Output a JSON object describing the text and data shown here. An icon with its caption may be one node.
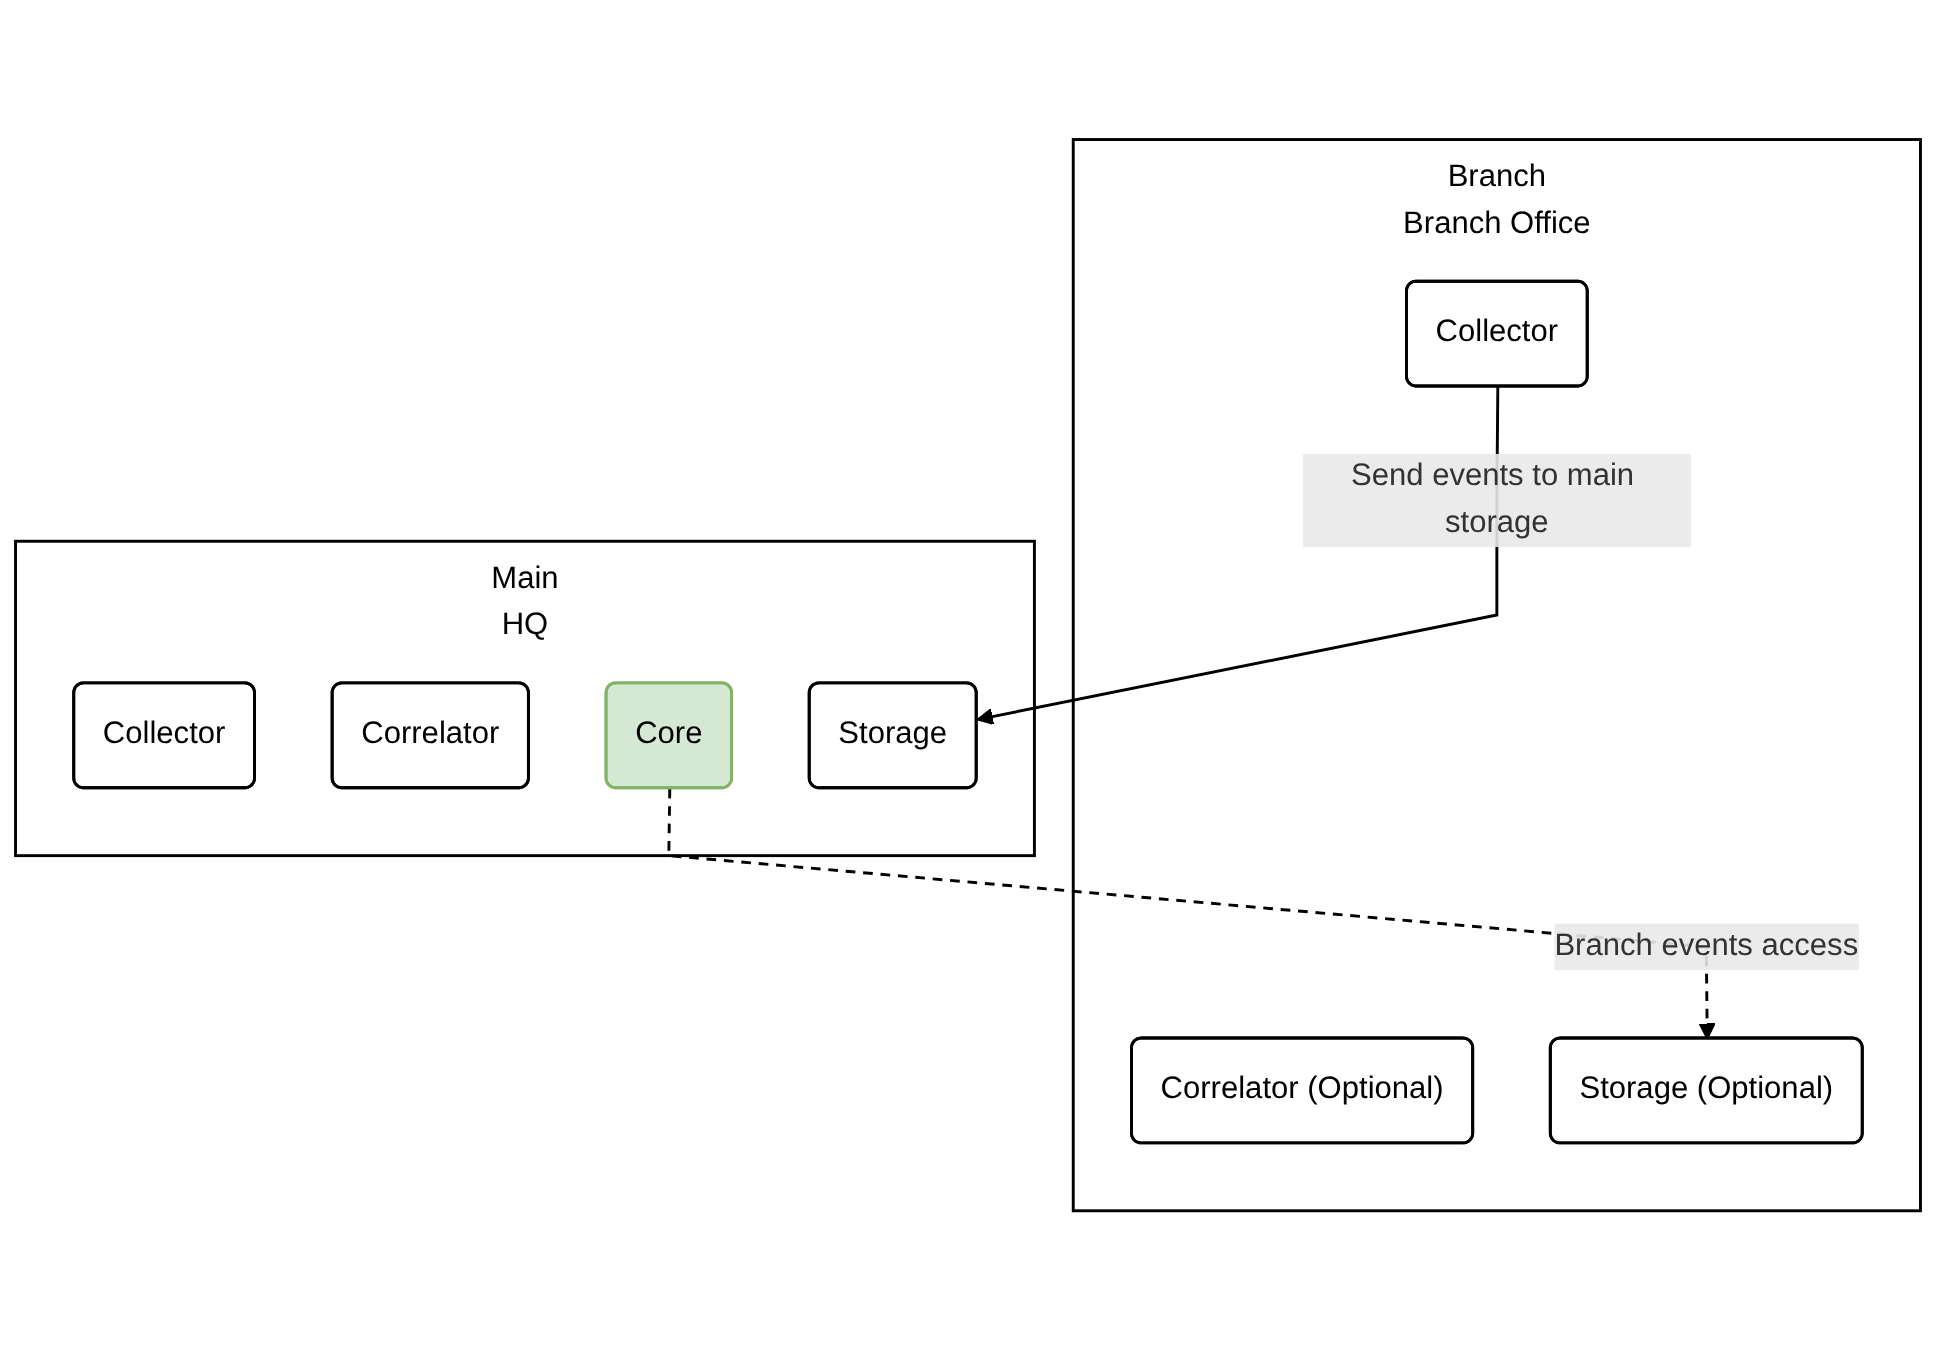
{
  "diagram": {
    "nodes": [
      {
        "text": [
          "Branch Office"
        ],
        "beside": [
          "Branch"
        ]
      },
      {
        "text": [
          "Collector"
        ],
        "in": 0
      },
      {
        "text": [
          "Correlator (Optional)"
        ],
        "in": 0
      },
      {
        "text": [
          "Storage (Optional)"
        ],
        "in": 0
      },
      {
        "text": [
          "HQ"
        ],
        "beside": [
          "Main"
        ]
      },
      {
        "text": [
          "Collector"
        ],
        "in": 4
      },
      {
        "text": [
          "Correlator"
        ],
        "in": 4
      },
      {
        "text": [
          "Core"
        ],
        "in": 4
      },
      {
        "text": [
          "Storage"
        ],
        "in": 4
      }
    ],
    "edges": [
      {
        "from": 1,
        "to": 8,
        "arrow": "to",
        "label": "Send events to main storage"
      },
      {
        "from": 7,
        "to": 3,
        "arrow": "to",
        "label": "Branch events access",
        "style": "dashed"
      }
    ]
  }
}
